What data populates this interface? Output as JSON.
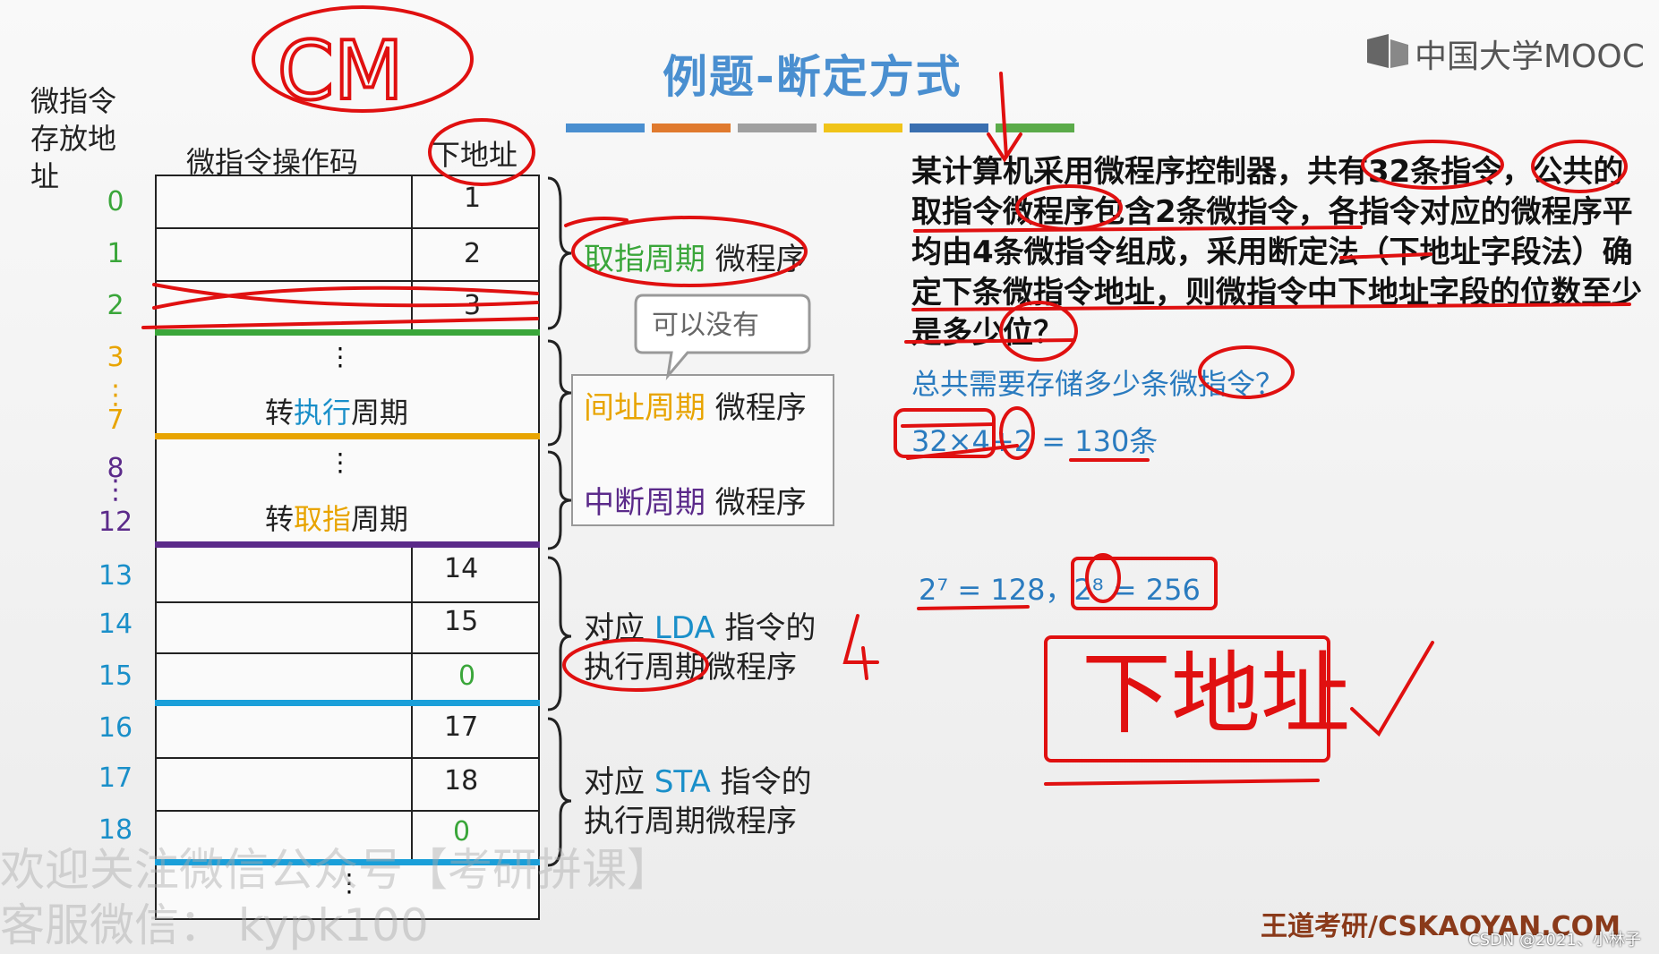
{
  "title": "例题-断定方式",
  "logo": "中国大学MOOC",
  "address_header": [
    "微指令",
    "存放地",
    "址"
  ],
  "col_opcode": "微指令操作码",
  "col_next": "下地址",
  "rows": [
    {
      "addr": "0",
      "next": "1",
      "color": "#3aa63a"
    },
    {
      "addr": "1",
      "next": "2",
      "color": "#3aa63a"
    },
    {
      "addr": "2",
      "next": "3",
      "color": "#3aa63a"
    },
    {
      "addr": "3",
      "color": "#e8a400"
    },
    {
      "addr": "⋮",
      "color": "#e8a400"
    },
    {
      "addr": "7",
      "color": "#e8a400"
    },
    {
      "addr": "8",
      "color": "#5b2a8a"
    },
    {
      "addr": "⋮",
      "color": "#5b2a8a"
    },
    {
      "addr": "12",
      "color": "#5b2a8a"
    },
    {
      "addr": "13",
      "next": "14",
      "color": "#1a8fc9"
    },
    {
      "addr": "14",
      "next": "15",
      "color": "#1a8fc9"
    },
    {
      "addr": "15",
      "next": "0",
      "color": "#1a8fc9"
    },
    {
      "addr": "16",
      "next": "17",
      "color": "#1a8fc9"
    },
    {
      "addr": "17",
      "next": "18",
      "color": "#1a8fc9"
    },
    {
      "addr": "18",
      "next": "0",
      "color": "#1a8fc9"
    }
  ],
  "block_exec": {
    "dots": "⋮",
    "pre": "转",
    "hl": "执行",
    "post": "周期",
    "hl_color": "#1a8fc9"
  },
  "block_fetch": {
    "dots": "⋮",
    "pre": "转",
    "hl": "取指",
    "post": "周期",
    "hl_color": "#e8a400"
  },
  "bottom_dots": "⋮",
  "labels": {
    "fetch": {
      "hl": "取指周期",
      "rest": " 微程序",
      "color": "#3aa63a"
    },
    "indirect": {
      "hl": "间址周期",
      "rest": " 微程序",
      "color": "#e8a400"
    },
    "interrupt": {
      "hl": "中断周期",
      "rest": " 微程序",
      "color": "#5b2a8a"
    },
    "lda": {
      "pre": "对应 ",
      "hl": "LDA",
      "post": " 指令的",
      "line2": "执行周期微程序"
    },
    "sta": {
      "pre": "对应 ",
      "hl": "STA",
      "post": " 指令的",
      "line2": "执行周期微程序"
    }
  },
  "callout": "可以没有",
  "question": "某计算机采用微程序控制器，共有32条指令，公共的取指令微程序包含2条微指令，各指令对应的微程序平均由4条微指令组成，采用断定法（下地址字段法）确定下条微指令地址，则微指令中下地址字段的位数至少是多少位？",
  "subq": "总共需要存储多少条微指令？",
  "calc": "32×4+2 = 130条",
  "powers": "2⁷ = 128，2⁸ = 256",
  "hand_cm": "CM",
  "hand_answer": "下地址",
  "hand_four": "4",
  "watermark1": "欢迎关注微信公众号【考研拼课】",
  "watermark2": "客服微信： kypk100",
  "footer": "王道考研/CSKAOYAN.COM",
  "csdn": "CSDN @2021、小林子",
  "color_bars": [
    "#4a8fd0",
    "#e07a2e",
    "#a0a0a0",
    "#f0c419",
    "#3a6fb0",
    "#5bab4a"
  ]
}
